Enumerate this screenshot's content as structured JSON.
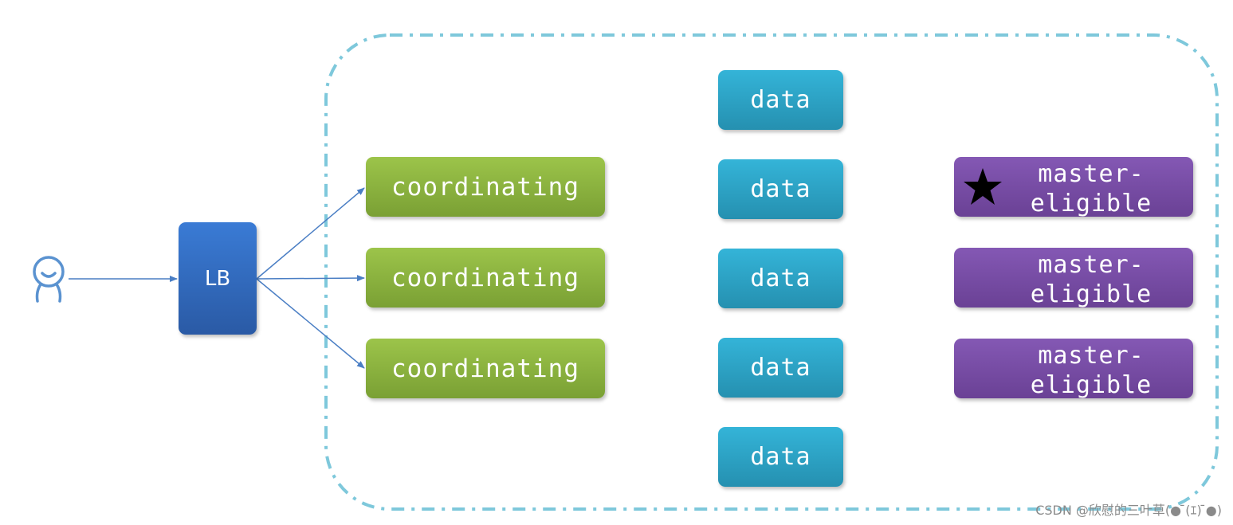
{
  "colors": {
    "boundary": "#7ec8db",
    "arrow": "#4a7ec4",
    "user_icon": "#5a92d0",
    "lb": "#2f69be",
    "coordinating": "#8ab83e",
    "data": "#2ca8cc",
    "master": "#7750a8"
  },
  "icons": {
    "user": "person-outline-icon",
    "star": "star-icon"
  },
  "lb": {
    "label": "LB"
  },
  "coordinating_nodes": [
    {
      "label": "coordinating"
    },
    {
      "label": "coordinating"
    },
    {
      "label": "coordinating"
    }
  ],
  "data_nodes": [
    {
      "label": "data"
    },
    {
      "label": "data"
    },
    {
      "label": "data"
    },
    {
      "label": "data"
    },
    {
      "label": "data"
    }
  ],
  "master_nodes": [
    {
      "label": "master-\neligible",
      "starred": true
    },
    {
      "label": "master-\neligible",
      "starred": false
    },
    {
      "label": "master-\neligible",
      "starred": false
    }
  ],
  "watermark": "CSDN @欣慰的三叶草(● ̄(ｴ) ̄●)"
}
